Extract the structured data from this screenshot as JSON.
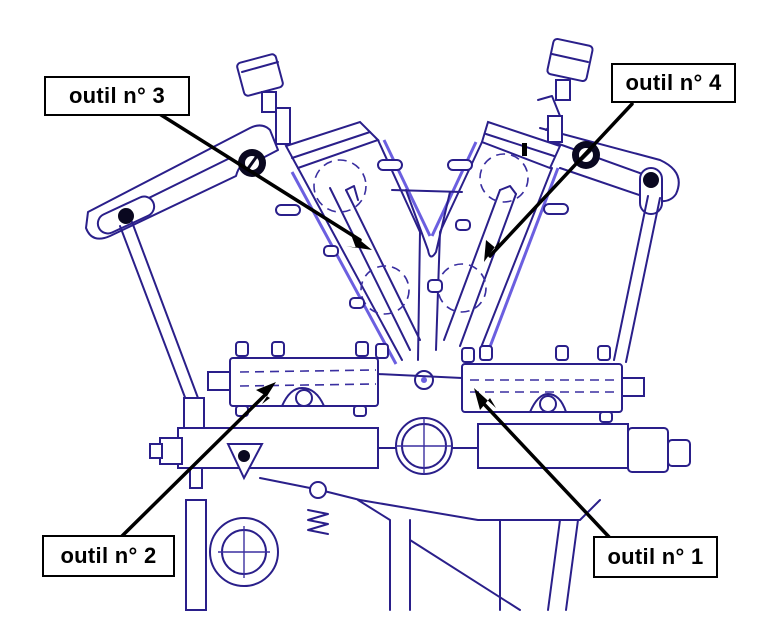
{
  "diagram": {
    "subject": "machine tool with four tool holders",
    "colors": {
      "drawing_line": "#2a1f8a",
      "drawing_accent": "#6b5fe0",
      "label_border": "#000000",
      "leader_line": "#000000",
      "background": "#ffffff"
    },
    "labels": [
      {
        "id": "tool-3",
        "text": "outil n° 3"
      },
      {
        "id": "tool-4",
        "text": "outil n° 4"
      },
      {
        "id": "tool-2",
        "text": "outil n° 2"
      },
      {
        "id": "tool-1",
        "text": "outil n° 1"
      }
    ]
  }
}
